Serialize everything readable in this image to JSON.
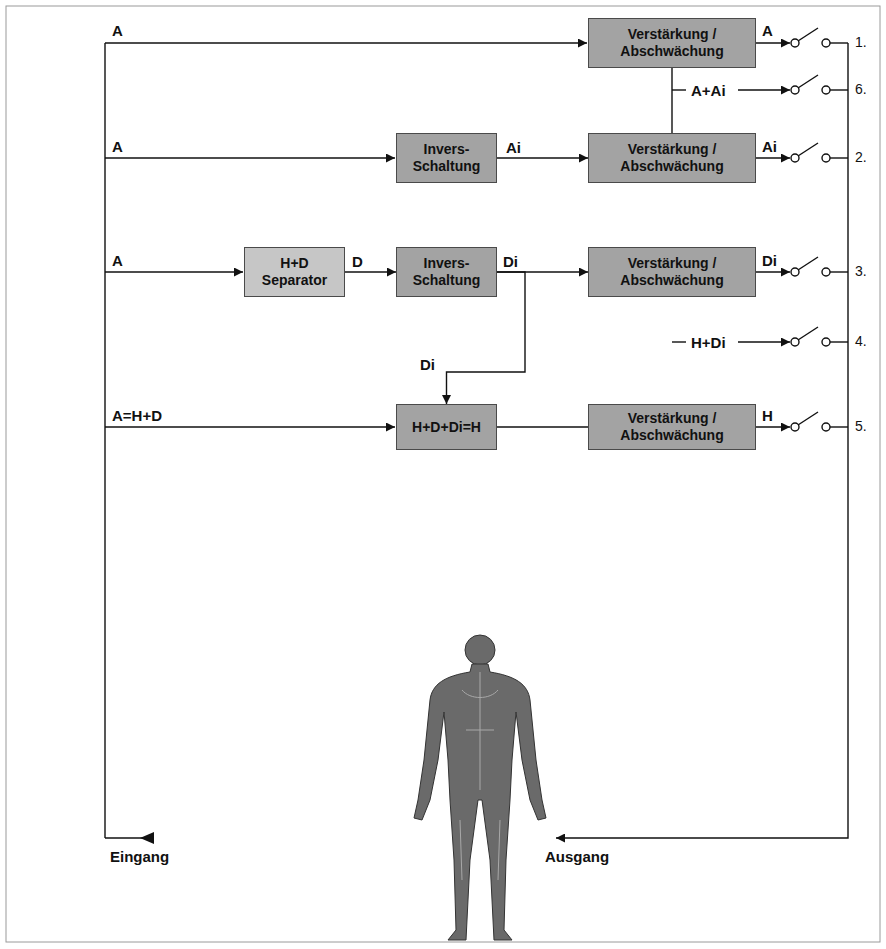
{
  "diagram": {
    "nodes": [
      {
        "text": [
          "Verstärkung / Abschwächung"
        ]
      },
      {
        "text": [
          "Invers-Schaltung"
        ]
      },
      {
        "text": [
          "Verstärkung / Abschwächung"
        ]
      },
      {
        "text": [
          "H+D Separator"
        ]
      },
      {
        "text": [
          "Invers-Schaltung"
        ]
      },
      {
        "text": [
          "Verstärkung / Abschwächung"
        ]
      },
      {
        "text": [
          "H+D+Di=H"
        ]
      },
      {
        "text": [
          "Verstärkung / Abschwächung"
        ]
      }
    ],
    "edges": [
      {
        "from": 0,
        "to": 2,
        "arrow": "none"
      },
      {
        "from": 1,
        "to": 2,
        "label": "Ai",
        "arrow": "to"
      },
      {
        "from": 3,
        "to": 4,
        "label": "D",
        "arrow": "to"
      },
      {
        "from": 4,
        "to": 5,
        "label": "Di",
        "arrow": "to"
      },
      {
        "from": 4,
        "to": 6,
        "label": "Di",
        "arrow": "to"
      },
      {
        "from": 6,
        "to": 7,
        "arrow": "none"
      }
    ],
    "labels": [
      "A",
      "A",
      "1.",
      "A+Ai",
      "6.",
      "A",
      "Ai",
      "2.",
      "A",
      "Di",
      "3.",
      "H+Di",
      "4.",
      "A=H+D",
      "H",
      "5.",
      "Eingang",
      "Ausgang"
    ]
  }
}
